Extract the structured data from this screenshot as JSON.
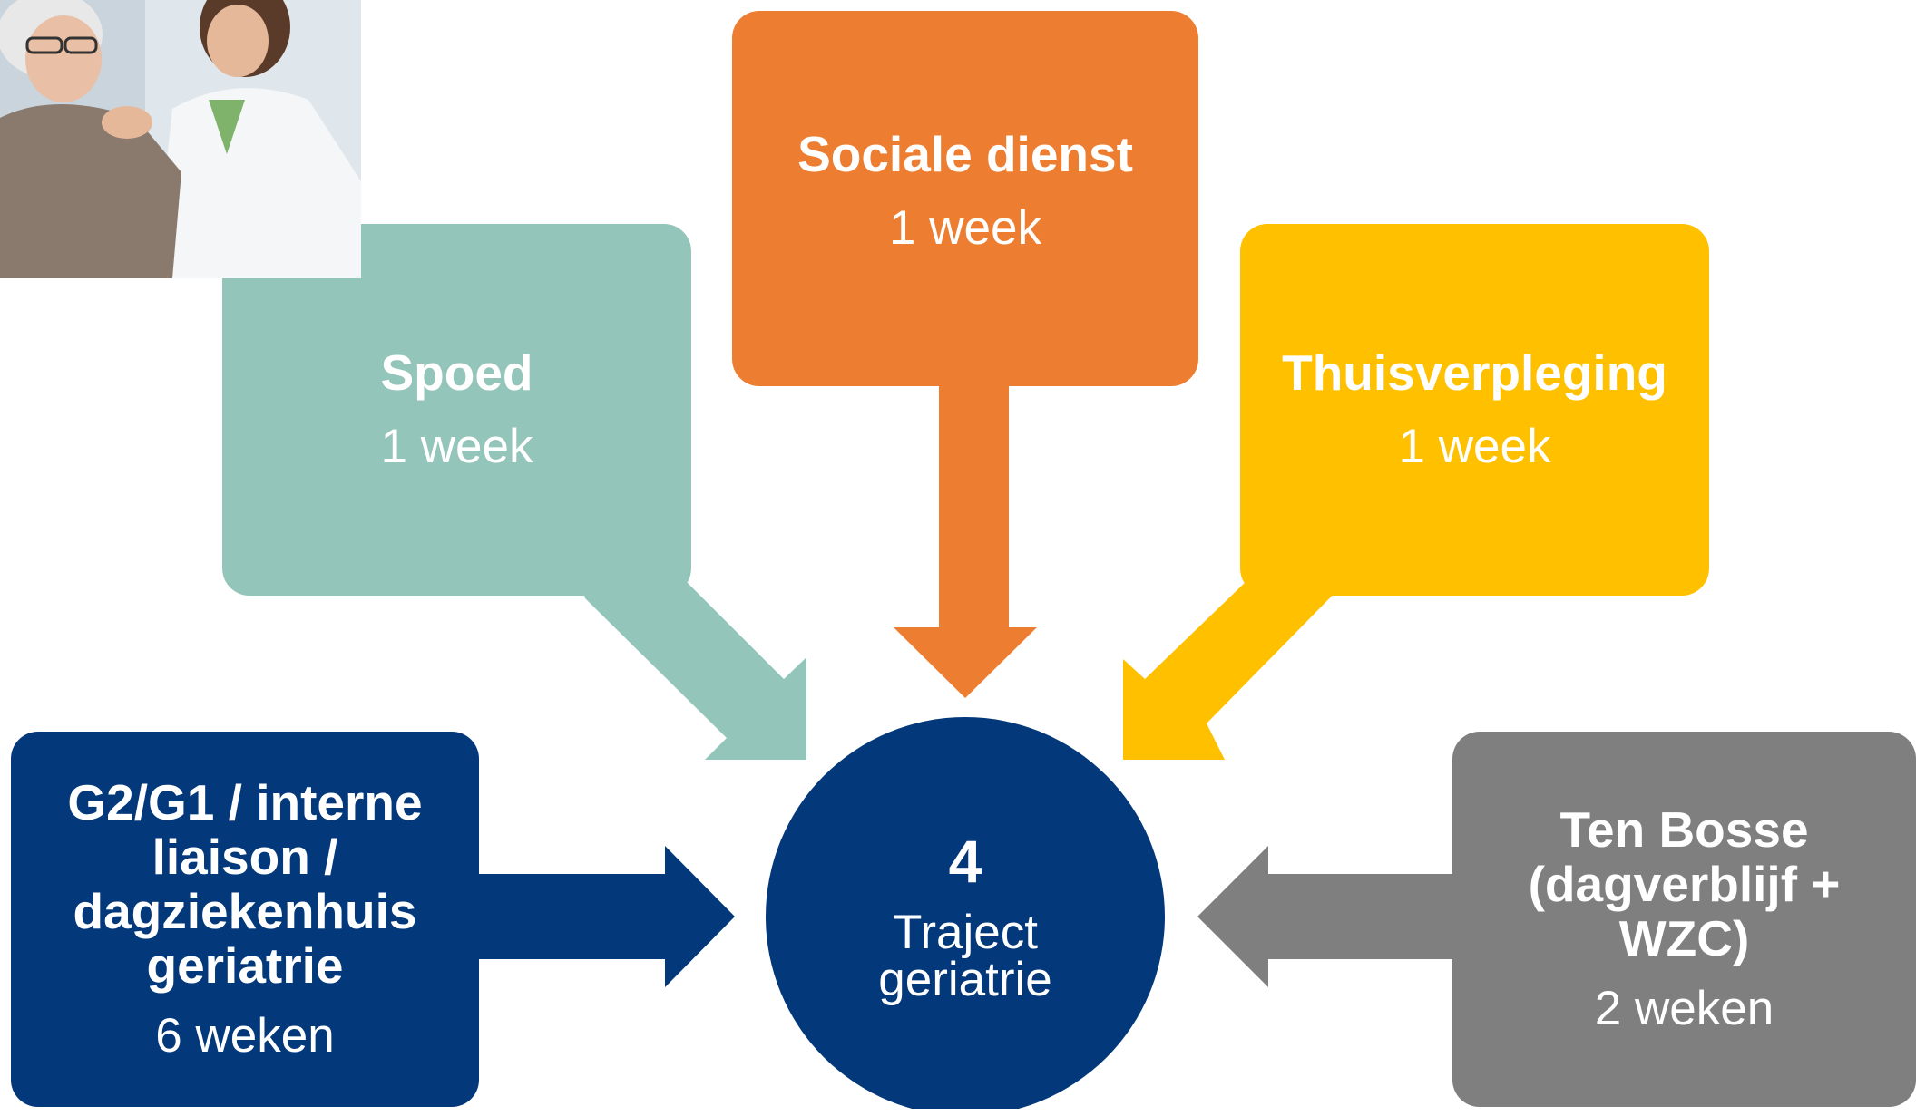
{
  "colors": {
    "spoed": "#94c5ba",
    "sociale": "#ed7d31",
    "thuis": "#ffc000",
    "g2g1": "#03387a",
    "center": "#03387a",
    "tenbosse": "#7f7f7f",
    "text": "#ffffff"
  },
  "nodes": {
    "spoed": {
      "title": "Spoed",
      "duration": "1 week"
    },
    "sociale": {
      "title": "Sociale dienst",
      "duration": "1 week"
    },
    "thuis": {
      "title": "Thuisverpleging",
      "duration": "1 week"
    },
    "g2g1": {
      "title_line1": "G2/G1 / interne",
      "title_line2": "liaison /",
      "title_line3": "dagziekenhuis",
      "title_line4": "geriatrie",
      "duration": "6 weken"
    },
    "tenbosse": {
      "title_line1": "Ten Bosse",
      "title_line2": "(dagverblijf +",
      "title_line3": "WZC)",
      "duration": "2 weken"
    },
    "center": {
      "number": "4",
      "label_line1": "Traject",
      "label_line2": "geriatrie"
    }
  },
  "photo": {
    "icon": "elderly-patient-with-nurse-photo"
  }
}
